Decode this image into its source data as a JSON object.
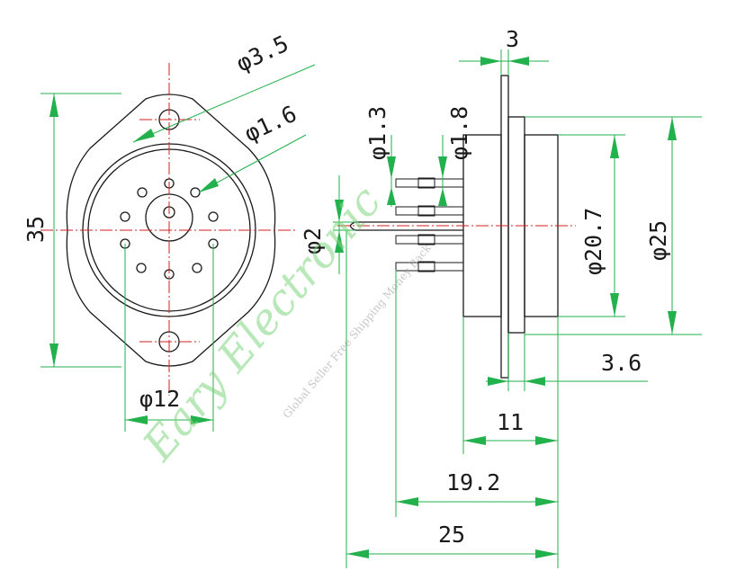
{
  "diagram": {
    "dimensions": {
      "hole_dia": "φ3.5",
      "pin_circle_dia": "φ1.6",
      "height": "35",
      "pitch_circle_dia": "φ12",
      "flange_thickness": "3",
      "pin_dia_small": "φ1.3",
      "pin_dia_large": "φ1.8",
      "center_pin_dia": "φ2",
      "body_dia": "φ20.7",
      "outer_dia": "φ25",
      "offset": "3.6",
      "body_length": "11",
      "pin_length": "19.2",
      "total_length": "25"
    },
    "watermark": {
      "brand": "Eary Electronic",
      "tagline": "Global Seller Free Shipping Money Back"
    },
    "colors": {
      "outline": "#1a1a1a",
      "centerline": "#d61f1f",
      "dimension": "#22b14c"
    }
  }
}
